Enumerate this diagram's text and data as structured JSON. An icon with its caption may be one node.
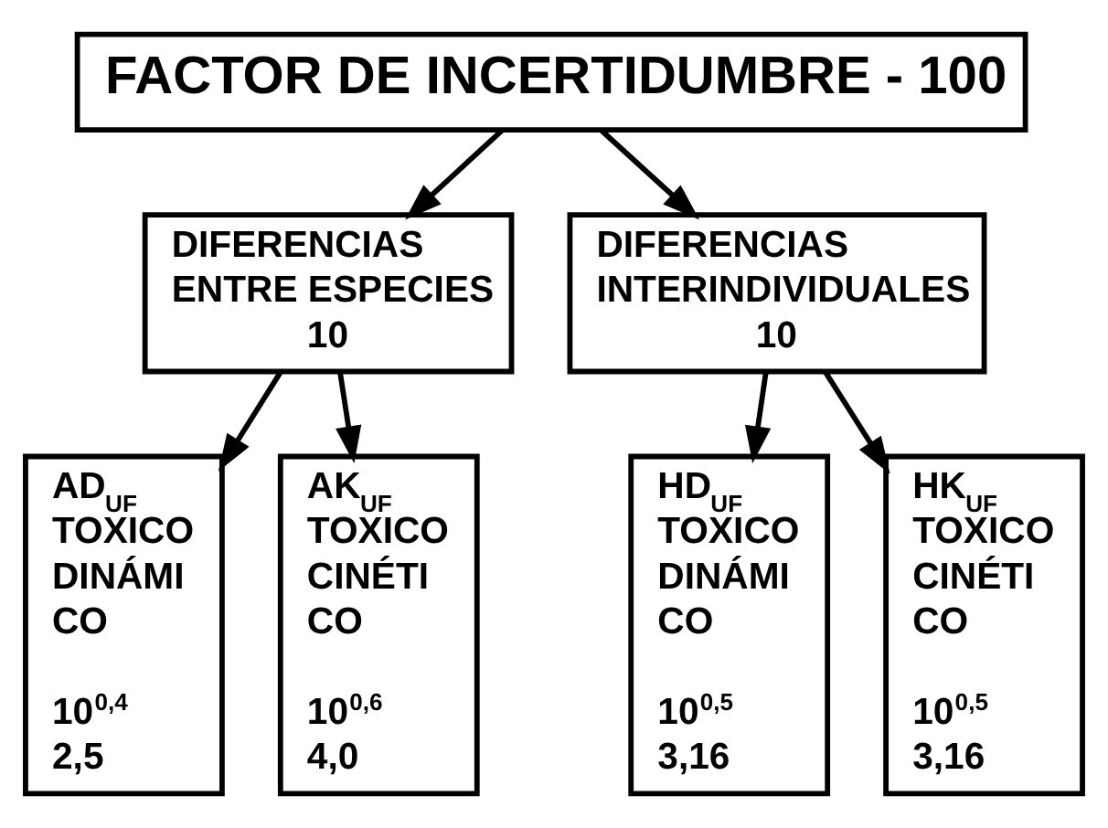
{
  "diagram": {
    "nodes": [
      {
        "text": [
          "FACTOR DE INCERTIDUMBRE - 100"
        ]
      },
      {
        "text": [
          "DIFERENCIAS ENTRE ESPECIES",
          "10"
        ]
      },
      {
        "text": [
          "DIFERENCIAS INTERINDIVIDUALES",
          "10"
        ]
      },
      {
        "text": [
          "AD$_{UF}$",
          "TOXICO DINÁMI CO",
          "10$^{0,4}$",
          "2,5"
        ]
      },
      {
        "text": [
          "AK$_{UF}$",
          "TOXICO CINÉTI CO",
          "10$^{0,6}$",
          "4,0"
        ]
      },
      {
        "text": [
          "HD$_{UF}$",
          "TOXICO DINÁMI CO",
          "10$^{0,5}$",
          "3,16"
        ]
      },
      {
        "text": [
          "HK$_{UF}$",
          "TOXICO CINÉTI CO",
          "10$^{0,5}$",
          "3,16"
        ]
      }
    ],
    "edges": [
      {
        "from": 0,
        "to": 1,
        "arrow": "to"
      },
      {
        "from": 0,
        "to": 2,
        "arrow": "to"
      },
      {
        "from": 1,
        "to": 3,
        "arrow": "to"
      },
      {
        "from": 1,
        "to": 4,
        "arrow": "to"
      },
      {
        "from": 2,
        "to": 5,
        "arrow": "to"
      },
      {
        "from": 2,
        "to": 6,
        "arrow": "to"
      }
    ]
  }
}
